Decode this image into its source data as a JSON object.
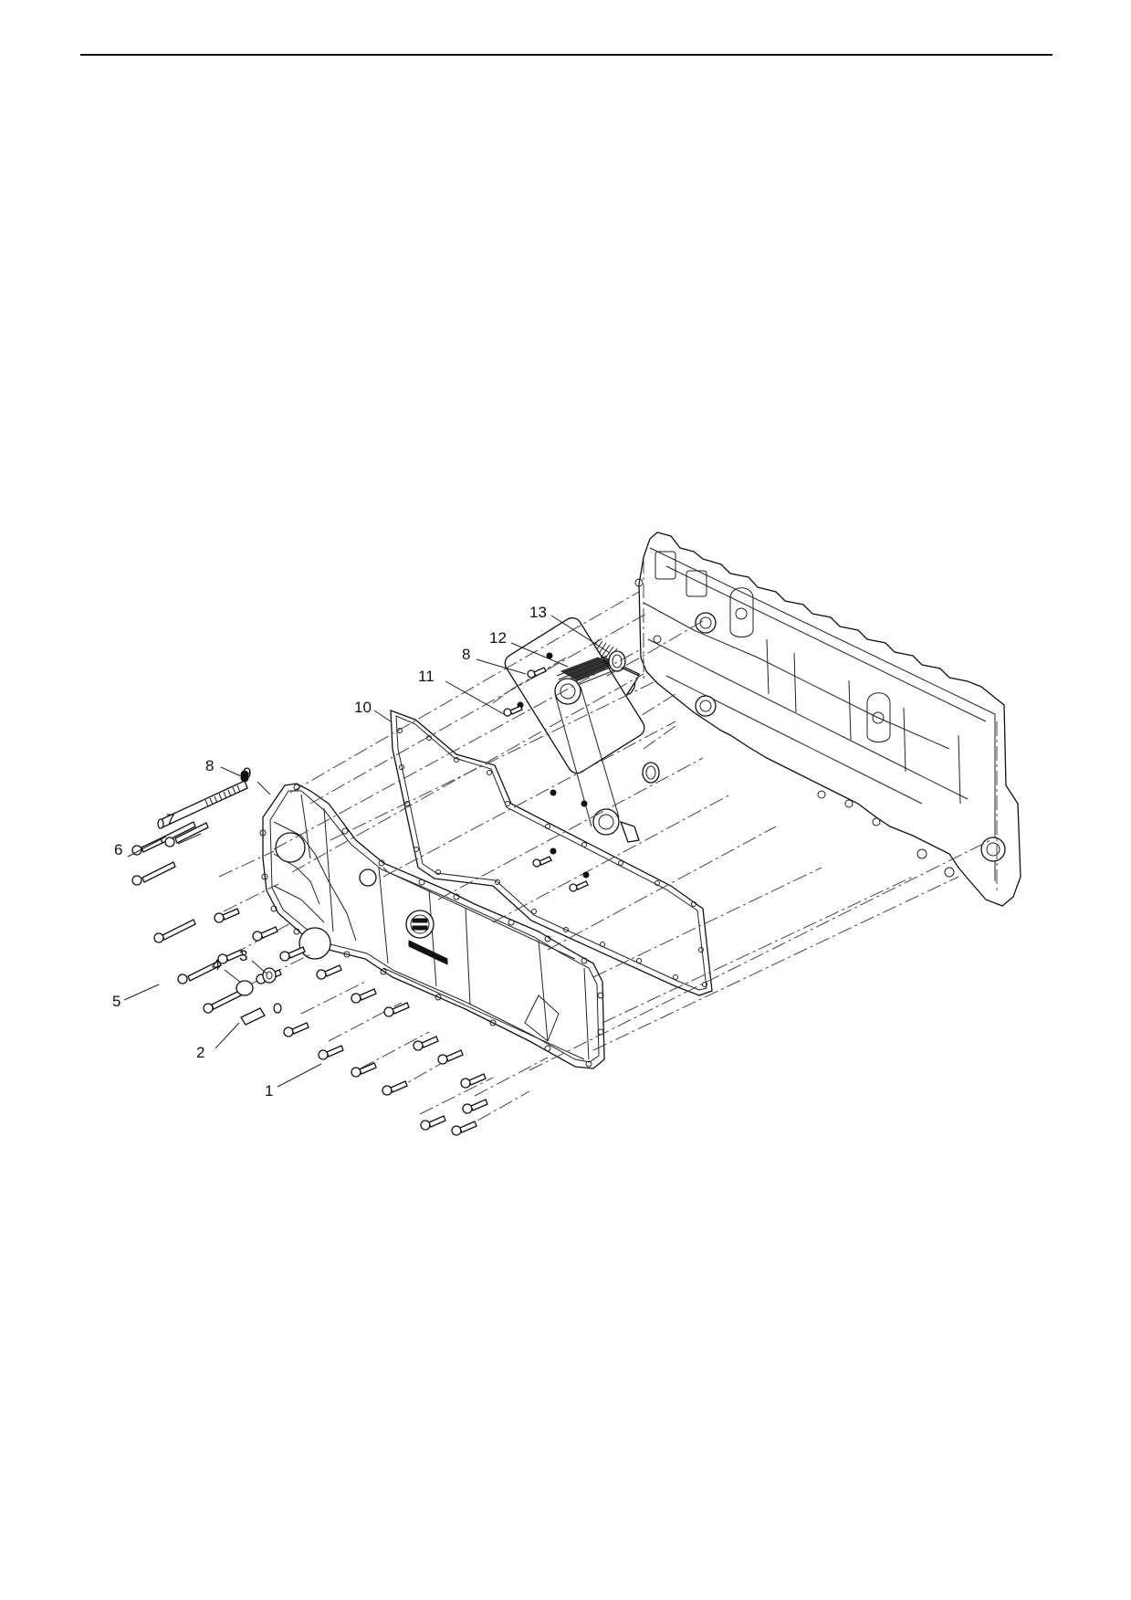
{
  "figure": {
    "callouts": [
      {
        "id": "1",
        "text": "1"
      },
      {
        "id": "2",
        "text": "2"
      },
      {
        "id": "3",
        "text": "3"
      },
      {
        "id": "4",
        "text": "4"
      },
      {
        "id": "5",
        "text": "5"
      },
      {
        "id": "6",
        "text": "6"
      },
      {
        "id": "7",
        "text": "7"
      },
      {
        "id": "8a",
        "text": "8"
      },
      {
        "id": "9",
        "text": "9"
      },
      {
        "id": "10",
        "text": "10"
      },
      {
        "id": "11",
        "text": "11"
      },
      {
        "id": "8b",
        "text": "8"
      },
      {
        "id": "12",
        "text": "12"
      },
      {
        "id": "13",
        "text": "13"
      }
    ]
  }
}
